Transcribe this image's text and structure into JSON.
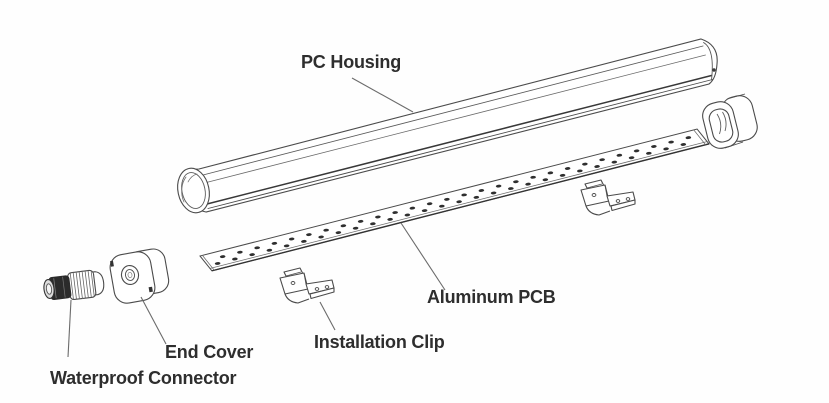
{
  "diagram": {
    "type": "exploded-parts-diagram",
    "subject": "LED tri-proof light fixture components",
    "labels": {
      "pc_housing": "PC Housing",
      "aluminum_pcb": "Aluminum PCB",
      "installation_clip": "Installation Clip",
      "end_cover": "End Cover",
      "waterproof_connector": "Waterproof Connector"
    },
    "colors": {
      "background": "#fefefe",
      "outline": "#4b4b4b",
      "shadow_line": "#303030",
      "leader_line": "#6b6b6b",
      "text": "#2e2e2e",
      "led_dot": "#2f2f2f"
    }
  }
}
